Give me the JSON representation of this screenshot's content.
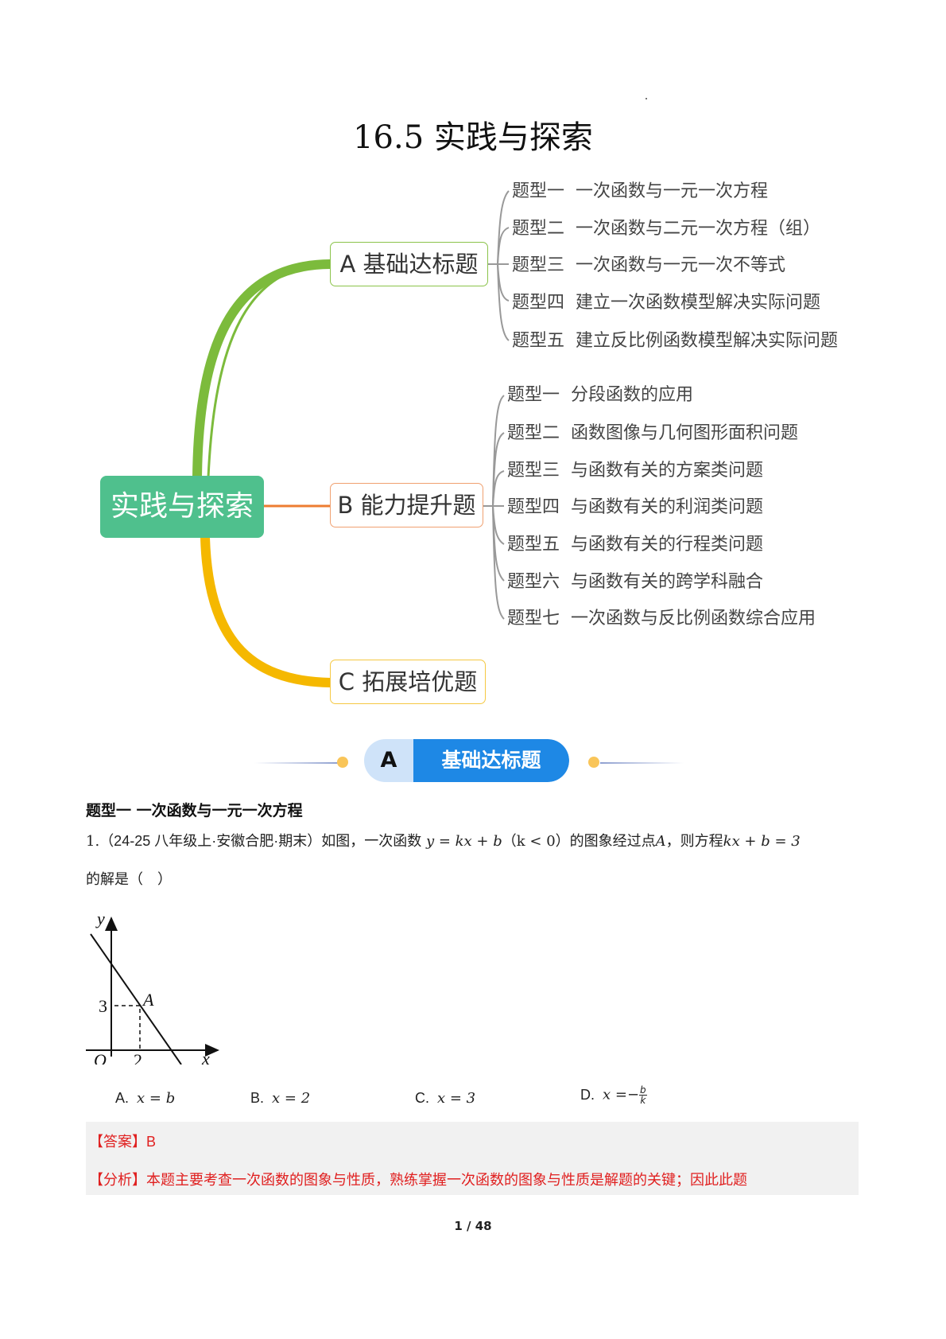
{
  "page": {
    "title": "16.5 实践与探索",
    "page_number": "1 / 48"
  },
  "mindmap": {
    "root": "实践与探索",
    "categories": [
      {
        "label": "A 基础达标题",
        "color": "#8bc34a",
        "topics": [
          {
            "num": "题型一",
            "text": "一次函数与一元一次方程"
          },
          {
            "num": "题型二",
            "text": "一次函数与二元一次方程（组）"
          },
          {
            "num": "题型三",
            "text": "一次函数与一元一次不等式"
          },
          {
            "num": "题型四",
            "text": "建立一次函数模型解决实际问题"
          },
          {
            "num": "题型五",
            "text": "建立反比例函数模型解决实际问题"
          }
        ]
      },
      {
        "label": "B 能力提升题",
        "color": "#ed7d31",
        "topics": [
          {
            "num": "题型一",
            "text": "分段函数的应用"
          },
          {
            "num": "题型二",
            "text": "函数图像与几何图形面积问题"
          },
          {
            "num": "题型三",
            "text": "与函数有关的方案类问题"
          },
          {
            "num": "题型四",
            "text": "与函数有关的利润类问题"
          },
          {
            "num": "题型五",
            "text": "与函数有关的行程类问题"
          },
          {
            "num": "题型六",
            "text": "与函数有关的跨学科融合"
          },
          {
            "num": "题型七",
            "text": "一次函数与反比例函数综合应用"
          }
        ]
      },
      {
        "label": "C 拓展培优题",
        "color": "#f5b800",
        "topics": []
      }
    ],
    "root_color": "#4fc08d"
  },
  "banner": {
    "letter": "A",
    "label": "基础达标题",
    "color": "#1e88e5"
  },
  "section": {
    "heading": "题型一  一次函数与一元一次方程"
  },
  "question": {
    "number": "1.",
    "source": "（24-25 八年级上·安徽合肥·期末）",
    "text_a": "如图，一次函数",
    "formula_1": "y = kx + b",
    "cond": "（k < 0）",
    "text_b": "的图象经过点",
    "point": "A",
    "text_c": "，则方程",
    "formula_2": "kx + b = 3",
    "line2": "的解是（　）",
    "graph": {
      "y_label": "y",
      "x_label": "x",
      "origin": "O",
      "point_label": "A",
      "y_tick": "3",
      "x_tick": "2"
    },
    "options": [
      {
        "key": "A.",
        "value": "x = b"
      },
      {
        "key": "B.",
        "value": "x = 2"
      },
      {
        "key": "C.",
        "value": "x = 3"
      },
      {
        "key": "D.",
        "value": "x =−",
        "frac_num": "b",
        "frac_den": "k"
      }
    ]
  },
  "answer": {
    "answer_tag": "【答案】",
    "answer_value": "B",
    "analysis_tag": "【分析】",
    "analysis_text": "本题主要考查一次函数的图象与性质，熟练掌握一次函数的图象与性质是解题的关键；因此此题"
  }
}
